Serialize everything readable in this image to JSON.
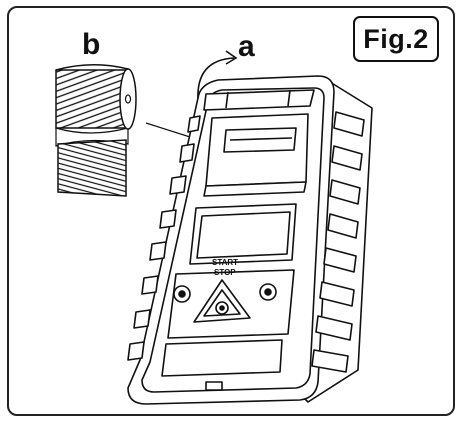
{
  "figure": {
    "label": "Fig.2"
  },
  "callouts": {
    "a": "a",
    "b": "b"
  },
  "device": {
    "start_stop_line1": "START",
    "start_stop_line2": "STOP"
  },
  "icons": {
    "paper_roll": "paper-roll-icon",
    "lid_arrow": "curved-arrow-icon",
    "leader_line": "leader-line",
    "printer": "handheld-printer-icon"
  },
  "colors": {
    "stroke": "#111111",
    "background": "#ffffff"
  }
}
